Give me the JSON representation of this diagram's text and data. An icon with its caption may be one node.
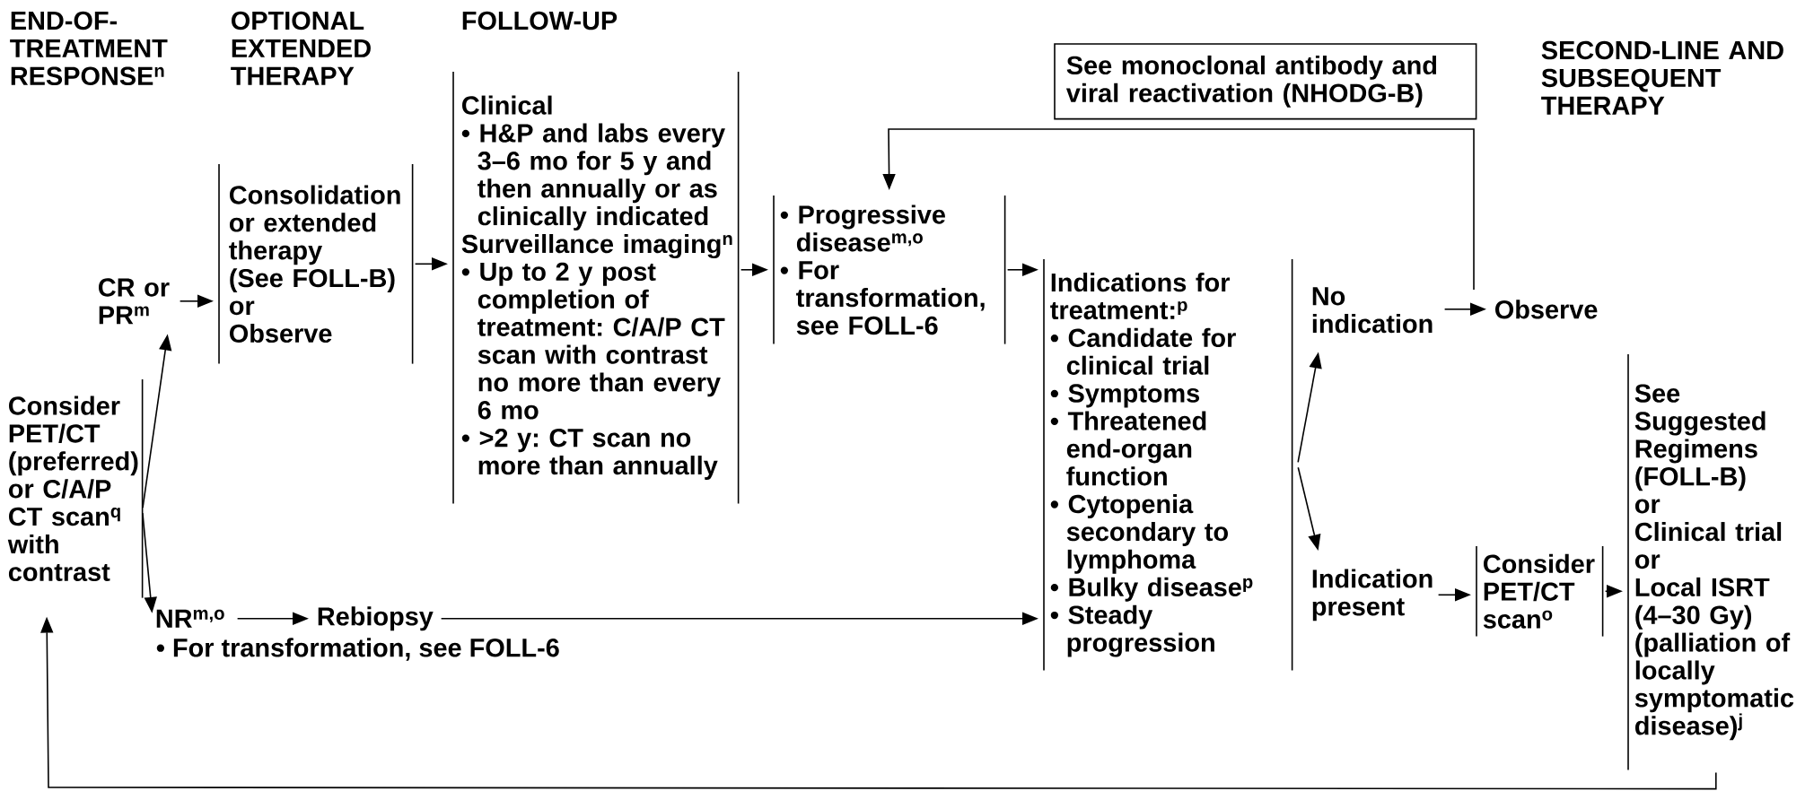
{
  "diagram": {
    "nodes": [
      {
        "text": [
          "Consider PET/CT (preferred) or C/A/P CT scan$^{q}$ with contrast"
        ]
      },
      {
        "text": [
          "CR or PR$^{m}$"
        ]
      },
      {
        "text": [
          "Consolidation or extended therapy",
          "(See FOLL-B)",
          "or",
          "Observe"
        ]
      },
      {
        "text": [
          "Clinical",
          "• H&P and labs every 3–6 mo for 5 y and then annually or as clinically indicated",
          "Surveillance imaging$^{n}$",
          "• Up to 2 y post completion of treatment: C/A/P CT scan with contrast no more than every 6 mo",
          "• >2 y: CT scan no more than annually"
        ]
      },
      {
        "text": [
          "• Progressive disease$^{m,o}$",
          "• For transformation, see FOLL-6"
        ]
      },
      {
        "text": [
          "Indications for treatment:$^{p}$",
          "• Candidate for clinical trial",
          "• Symptoms",
          "• Threatened end-organ function",
          "• Cytopenia secondary to lymphoma",
          "• Bulky disease$^{p}$",
          "• Steady progression"
        ]
      },
      {
        "text": [
          "No indication"
        ]
      },
      {
        "text": [
          "Observe"
        ]
      },
      {
        "text": [
          "Indication present"
        ]
      },
      {
        "text": [
          "Consider PET/CT scan$^{o}$"
        ]
      },
      {
        "text": [
          "See Suggested Regimens (FOLL-B)",
          "or",
          "Clinical trial",
          "or",
          "Local ISRT (4–30 Gy) (palliation of locally symptomatic disease)$^{j}$"
        ]
      },
      {
        "text": [
          "NR$^{m,o}$"
        ],
        "beside": [
          "• For transformation, see FOLL-6"
        ]
      },
      {
        "text": [
          "Rebiopsy"
        ]
      },
      {
        "text": [
          "See monoclonal antibody and viral reactivation (NHODG-B)"
        ]
      }
    ],
    "edges": [
      {
        "from": 0,
        "to": 1,
        "arrow": "to"
      },
      {
        "from": 0,
        "to": 11,
        "arrow": "to"
      },
      {
        "from": 1,
        "to": 2,
        "arrow": "to"
      },
      {
        "from": 2,
        "to": 3,
        "arrow": "to"
      },
      {
        "from": 3,
        "to": 4,
        "arrow": "to"
      },
      {
        "from": 4,
        "to": 5,
        "arrow": "to"
      },
      {
        "from": 5,
        "to": 6,
        "arrow": "to"
      },
      {
        "from": 5,
        "to": 8,
        "arrow": "to"
      },
      {
        "from": 6,
        "to": 7,
        "arrow": "to"
      },
      {
        "from": 8,
        "to": 9,
        "arrow": "to"
      },
      {
        "from": 9,
        "to": 10,
        "arrow": "to"
      },
      {
        "from": 11,
        "to": 12,
        "arrow": "to"
      },
      {
        "from": 12,
        "to": 5,
        "arrow": "to"
      },
      {
        "from": 7,
        "to": 4,
        "arrow": "to"
      },
      {
        "from": 10,
        "to": 0,
        "arrow": "to"
      }
    ],
    "labels": [
      "END-OF-TREATMENT RESPONSE$^{n}$",
      "OPTIONAL EXTENDED THERAPY",
      "FOLLOW-UP",
      "SECOND-LINE AND SUBSEQUENT THERAPY"
    ]
  }
}
